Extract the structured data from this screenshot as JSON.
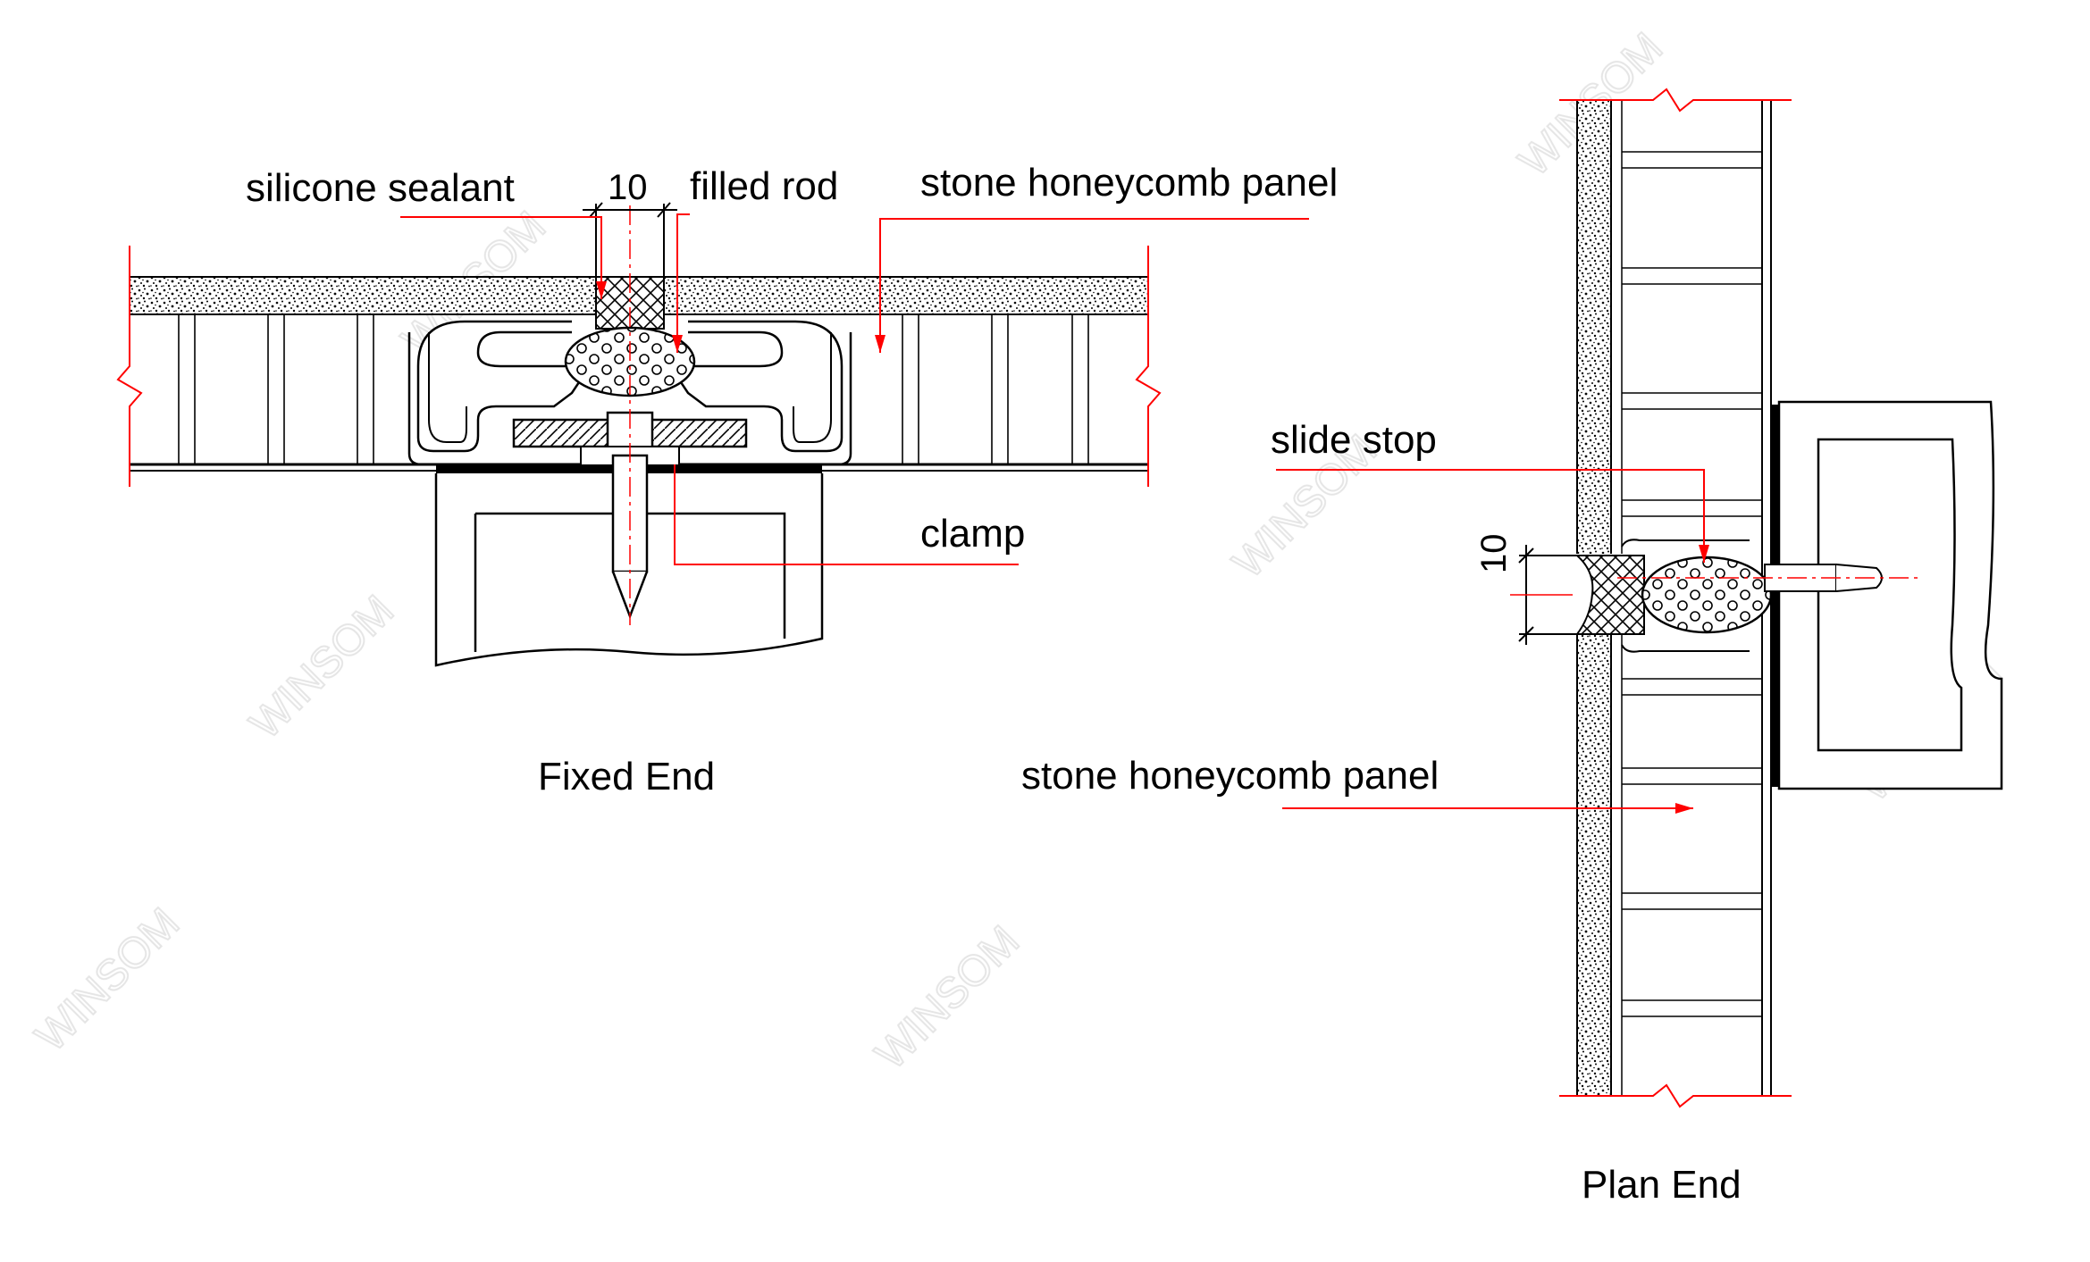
{
  "fixed_end": {
    "caption": "Fixed End",
    "labels": {
      "silicone_sealant": "silicone sealant",
      "joint_width": "10",
      "filled_rod": "filled rod",
      "stone_honeycomb_panel": "stone honeycomb panel",
      "clamp": "clamp"
    }
  },
  "plan_end": {
    "caption": "Plan End",
    "labels": {
      "slide_stop": "slide stop",
      "joint_width": "10",
      "stone_honeycomb_panel": "stone honeycomb panel"
    }
  },
  "watermark": {
    "text": "WINSOM"
  },
  "colors": {
    "leader": "#ff0000",
    "line": "#000000",
    "stone": "#9a9a9a",
    "background": "#ffffff"
  }
}
